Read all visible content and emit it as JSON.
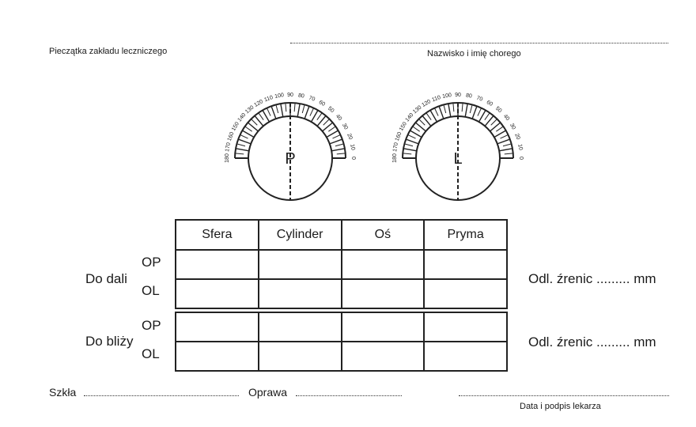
{
  "header": {
    "stamp_label": "Pieczątka zakładu leczniczego",
    "patient_label": "Nazwisko i imię chorego"
  },
  "gauges": [
    {
      "eye": "P",
      "ticks": [
        "180",
        "170",
        "160",
        "150",
        "140",
        "130",
        "120",
        "110",
        "100",
        "90",
        "80",
        "70",
        "60",
        "50",
        "40",
        "30",
        "20",
        "10",
        "0"
      ]
    },
    {
      "eye": "L",
      "ticks": [
        "180",
        "170",
        "160",
        "150",
        "140",
        "130",
        "120",
        "110",
        "100",
        "90",
        "80",
        "70",
        "60",
        "50",
        "40",
        "30",
        "20",
        "10",
        "0"
      ]
    }
  ],
  "table": {
    "columns": [
      "Sfera",
      "Cylinder",
      "Oś",
      "Pryma"
    ],
    "groups": [
      {
        "label": "Do dali",
        "rows": [
          "OP",
          "OL"
        ],
        "pd_label": "Odl. źrenic ......... mm"
      },
      {
        "label": "Do bliży",
        "rows": [
          "OP",
          "OL"
        ],
        "pd_label": "Odl. źrenic ......... mm"
      }
    ]
  },
  "footer": {
    "lenses_label": "Szkła",
    "frame_label": "Oprawa",
    "doctor_label": "Data i podpis lekarza"
  }
}
